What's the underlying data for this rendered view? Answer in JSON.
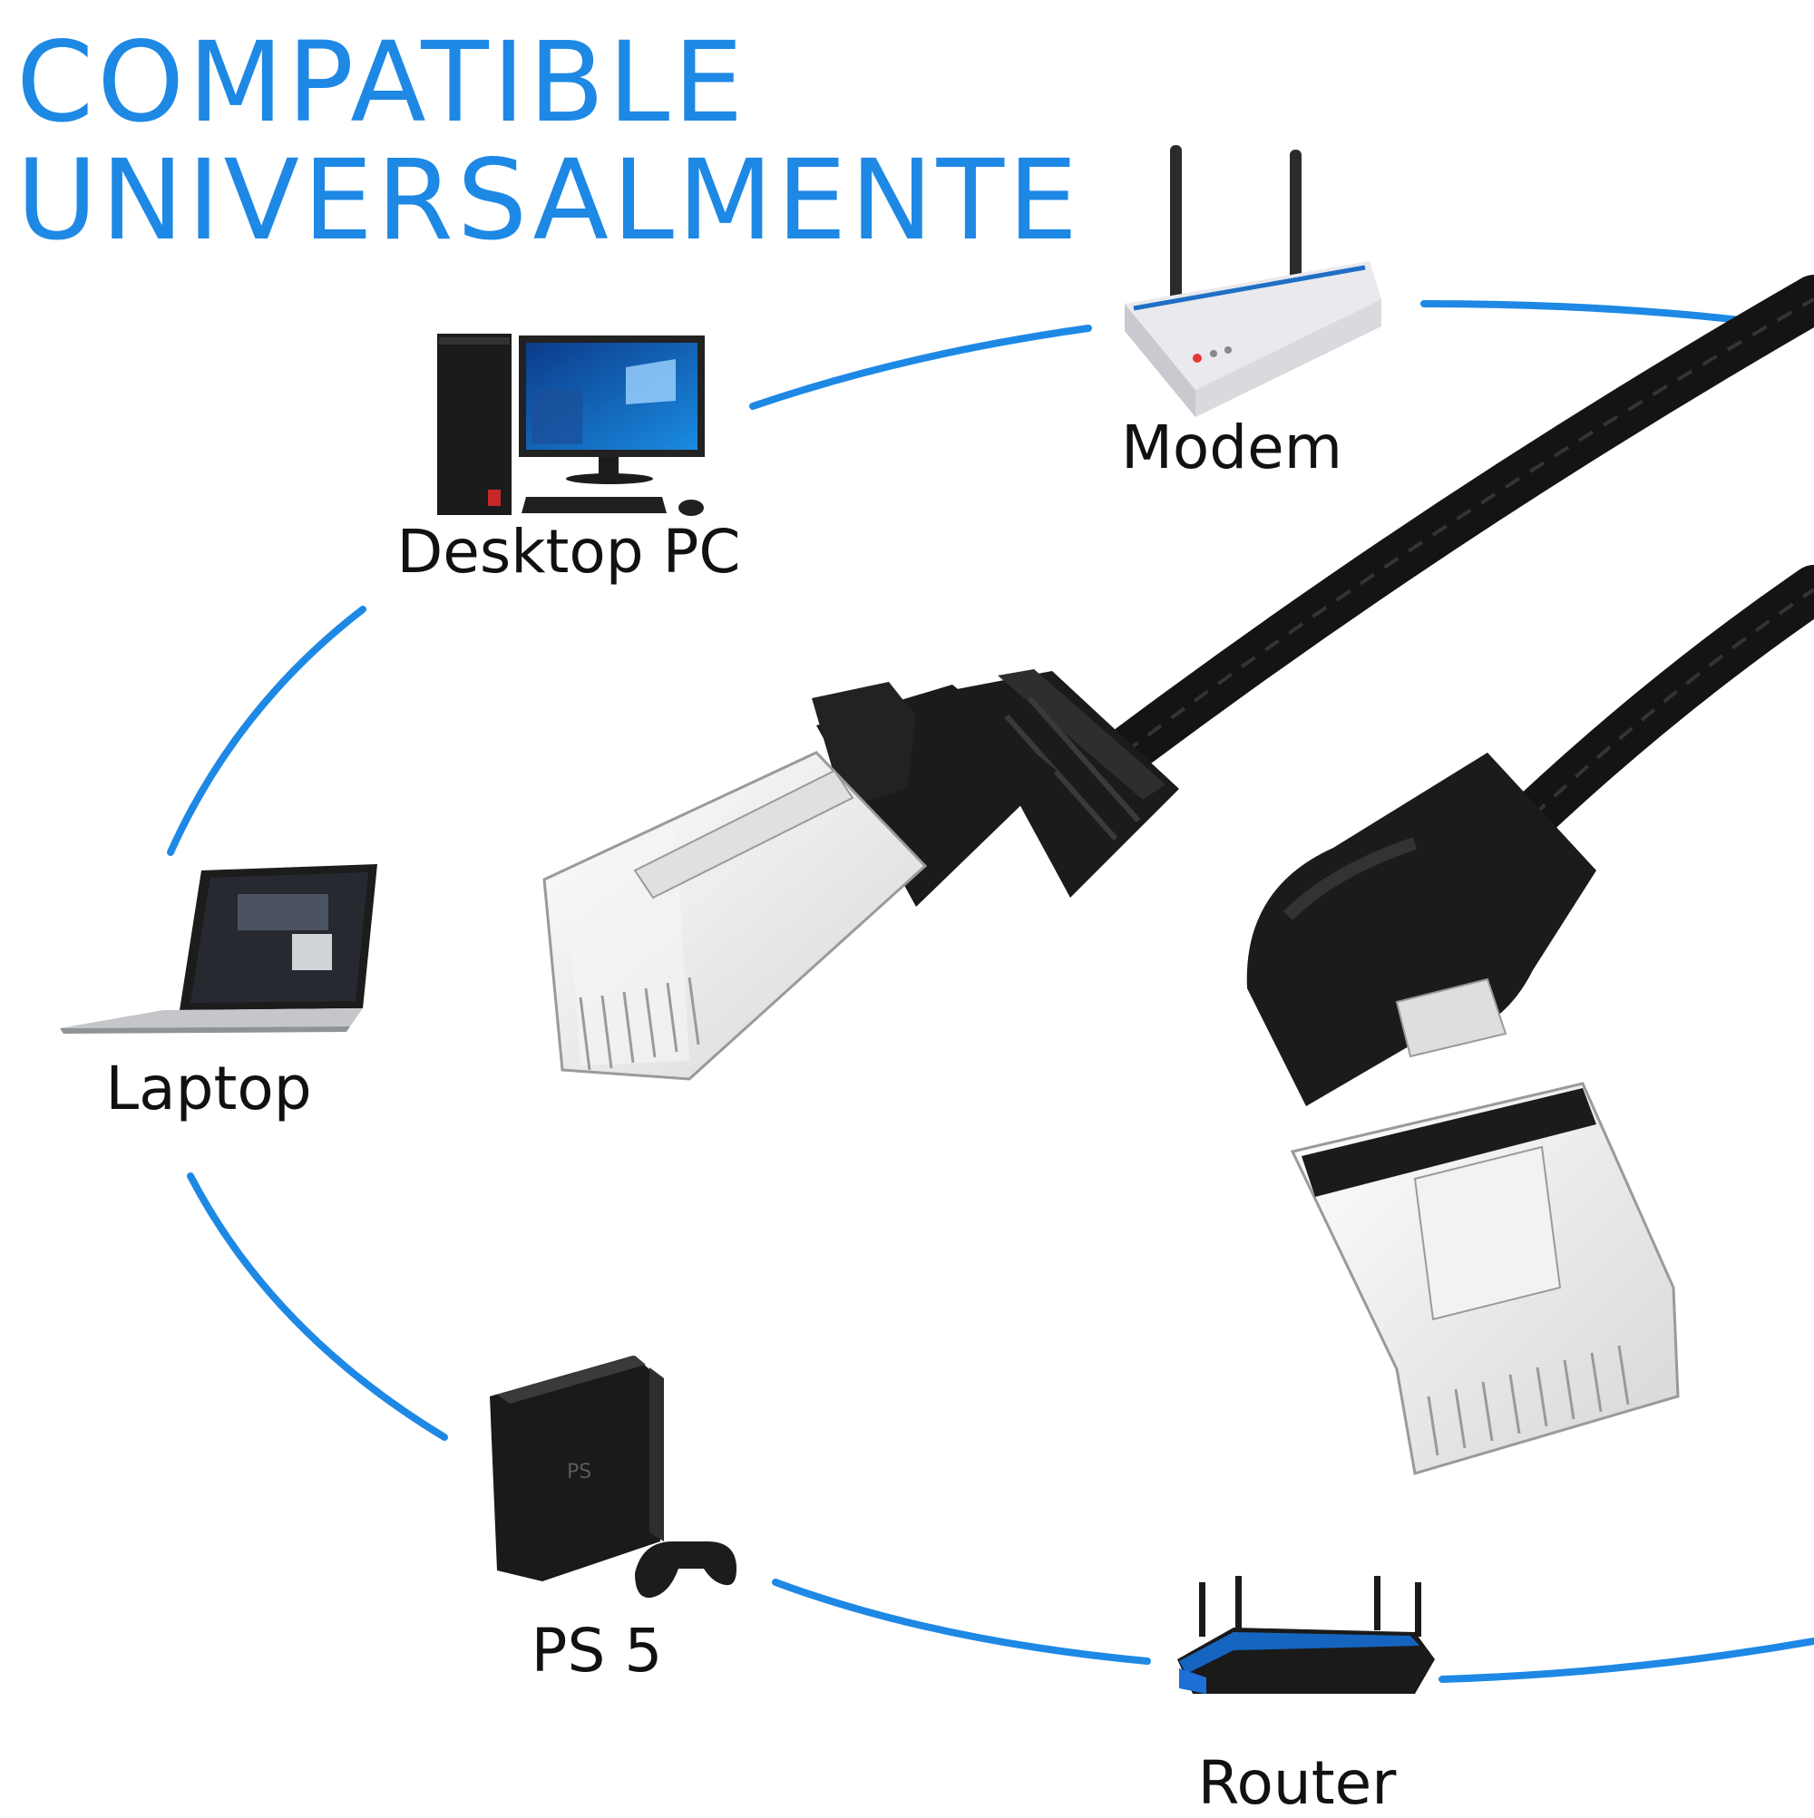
{
  "headline": {
    "line1": "COMPATIBLE",
    "line2": "UNIVERSALMENTE"
  },
  "devices": {
    "desktop": {
      "label": "Desktop PC",
      "icon": "desktop-pc-icon"
    },
    "modem": {
      "label": "Modem",
      "icon": "modem-icon"
    },
    "laptop": {
      "label": "Laptop",
      "icon": "laptop-icon"
    },
    "ps5": {
      "label": "PS 5",
      "icon": "game-console-icon"
    },
    "router": {
      "label": "Router",
      "icon": "router-icon"
    }
  },
  "colors": {
    "accent": "#1e88e5",
    "cable": "#111111",
    "text": "#111111"
  }
}
